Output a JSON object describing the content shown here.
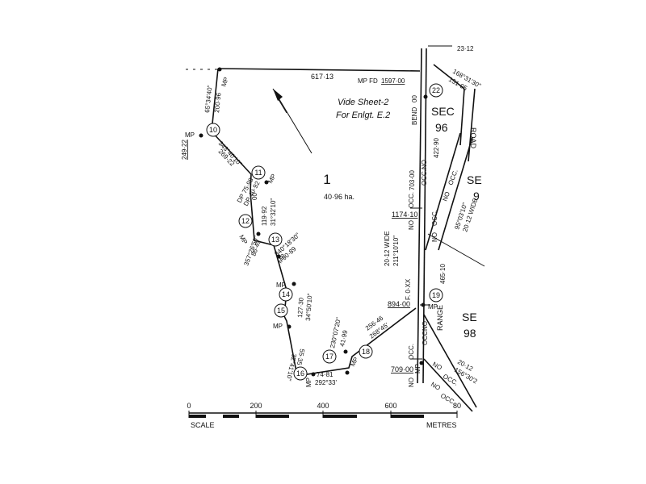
{
  "parcel": {
    "number": "1",
    "area": "40·96 ha."
  },
  "vide": {
    "line1": "Vide Sheet-2",
    "line2": "For Enlgt. E.2"
  },
  "sections": {
    "sec96_a": "SEC",
    "sec96_b": "96",
    "se_right": "SE",
    "nine_right": "9",
    "se98_a": "SE",
    "se98_b": "98"
  },
  "roads": {
    "road": "ROAD",
    "range": "RANGE"
  },
  "station_marks": [
    "10",
    "11",
    "12",
    "13",
    "14",
    "15",
    "16",
    "17",
    "18",
    "19",
    "22"
  ],
  "abbrev": {
    "mp": "MP",
    "occ": "OCC.",
    "no": "NO",
    "bend": "BEND"
  },
  "boundary_labels": {
    "top_len": "617·13",
    "mp_fd": "MP FD",
    "mp_fd_val": "1597·00",
    "b_top": "65°34'40\"",
    "d_top": "200·96",
    "b_10_11": "343°40'10\"",
    "d_10_11": "269·22",
    "d_10": "249·22",
    "dp1": "DP 75·98",
    "dp2": "DP 40·92",
    "d_00": "00",
    "d_11_12": "119·92",
    "b_11_12": "31°32'10\"",
    "d_12_13": "86·49",
    "b_12_13": "357°26'50\"",
    "b_13": "340°18'30\"",
    "d_13": "90·89",
    "d_14_15": "127·30",
    "b_14_15": "34°50'10\"",
    "d_15_16": "55·35",
    "b_15_16": "32°41'10\"",
    "d_16_17": "74·81",
    "b_16_17": "292°33'",
    "b_17": "230°07'20\"",
    "d_17": "41·99",
    "d_18_19": "256·46",
    "b_18_19": "268°45'",
    "f_0": "F. 0·XX",
    "d_894": "894·00",
    "d_1174": "1174·10",
    "d_709": "709·00",
    "d_703": "703·00",
    "d_422": "422·90",
    "w1": "20·12 WIDE",
    "b_211": "211°10'10\"",
    "d_465": "465·10",
    "b_95": "95°03'10\"",
    "w2": "20·12 WIDE",
    "b_168": "168°31'30\"",
    "d_151": "151·05",
    "b_23": "23·12",
    "r_2012": "20·12",
    "r_156": "156°30'2"
  },
  "scale_bar": {
    "ticks": [
      "0",
      "200",
      "400",
      "600",
      "80"
    ],
    "left_label": "SCALE",
    "right_label": "METRES"
  }
}
